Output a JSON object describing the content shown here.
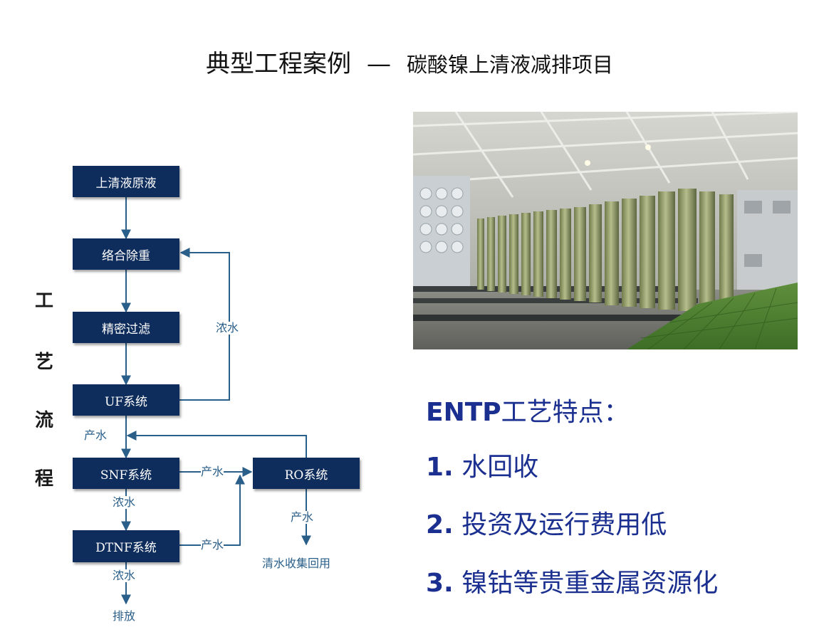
{
  "title": {
    "main": "典型工程案例",
    "dash": "—",
    "subtitle": "碳酸镍上清液减排项目"
  },
  "side_label": [
    "工",
    "艺",
    "流",
    "程"
  ],
  "flow": {
    "boxes": {
      "raw": "上清液原液",
      "complex": "络合除重",
      "filter": "精密过滤",
      "uf": "UF系统",
      "snf": "SNF系统",
      "dtnf": "DTNF系统",
      "ro": "RO系统"
    },
    "labels": {
      "conc_return": "浓水",
      "uf_product": "产水",
      "snf_product": "产水",
      "dtnf_product": "产水",
      "snf_conc": "浓水",
      "dtnf_conc": "浓水",
      "ro_product": "产水",
      "discharge": "排放",
      "clean_water": "清水收集回用"
    },
    "colors": {
      "box": "#0f2d5c",
      "arrow": "#2a5f8a"
    }
  },
  "photo": {
    "description_icon": "membrane-equipment-photo"
  },
  "features": {
    "heading_bold": "ENTP",
    "heading_rest": "工艺特点：",
    "items": [
      {
        "num": "1.",
        "text": "水回收"
      },
      {
        "num": "2.",
        "text": "投资及运行费用低"
      },
      {
        "num": "3.",
        "text": "镍钴等贵重金属资源化"
      }
    ],
    "color": "#1a2f8f"
  }
}
